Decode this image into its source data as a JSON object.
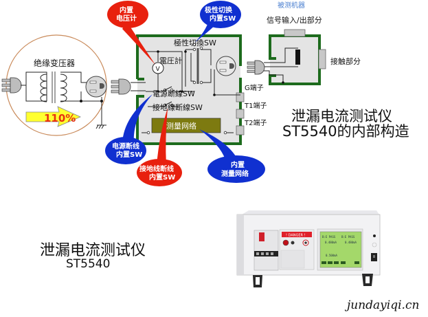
{
  "diagram": {
    "isolation_transformer": {
      "label": "绝缘变压器",
      "arrow_text": "110%"
    },
    "tester_box": {
      "polarity_switch_label": "極性切換SW",
      "voltmeter_label": "電圧計",
      "voltmeter_symbol": "V",
      "power_cut_label": "電源断線SW",
      "ground_cut_label": "接地線断線SW",
      "network_label": "测量网络"
    },
    "terminals": [
      {
        "label": "G端子"
      },
      {
        "label": "T1端子"
      },
      {
        "label": "T2端子"
      }
    ],
    "dut": {
      "title": "被测机器",
      "io_label": "信号输入/出部分",
      "contact_label": "接触部分"
    },
    "callouts": {
      "voltmeter": {
        "line1": "内置",
        "line2": "电压计",
        "color": "#e8200e"
      },
      "polarity": {
        "line1": "极性切换",
        "line2": "内置SW",
        "color": "#1030d0"
      },
      "power_cut": {
        "line1": "电源断线",
        "line2": "内置SW",
        "color": "#1030d0"
      },
      "ground_cut": {
        "line1": "接地线断线",
        "line2": "内置SW",
        "color": "#e8200e"
      },
      "network": {
        "line1": "内置",
        "line2": "测量网络",
        "color": "#1030d0"
      }
    },
    "title_line1": "泄漏电流测试仪",
    "title_line2": "ST5540的内部构造"
  },
  "product": {
    "caption_line1": "泄漏电流测试仪",
    "caption_line2": "ST5540",
    "danger_label": "! DANGER !",
    "screen_lines": [
      "B:E PASS",
      "B:E PASS",
      "0.480mA",
      "0.480mA",
      "0.500mA"
    ]
  },
  "watermark": "jundayiqi.cn",
  "colors": {
    "enclosure_green": "#1d6b1d",
    "enclosure_fill": "#e4e4e4",
    "network_fill": "#7d7a10",
    "transformer_circle": "#c98a5a",
    "arrow_yellow": "#ffff30",
    "arrow_text": "#e83010",
    "dut_title": "#4a7fd0"
  }
}
